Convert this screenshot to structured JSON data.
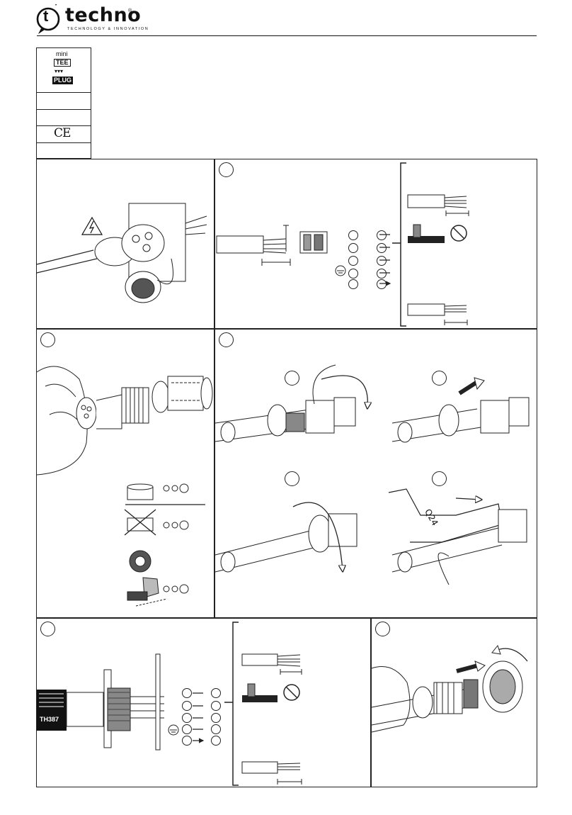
{
  "brand": {
    "logo_letter": "t",
    "name": "techno",
    "registered_mark": "®",
    "tagline": "TECHNOLOGY & INNOVATION"
  },
  "spec_box": {
    "product_logo": {
      "line1": "mini",
      "line2": "TEE",
      "line3": "PLUG"
    },
    "ce_mark": "CE"
  },
  "steps": {
    "warning_symbol": "electric-hazard-icon",
    "wrench_label": "Q24",
    "device_label": "TH387"
  },
  "icons": {
    "hazard": "lightning-in-triangle",
    "not_allowed": "prohibited-solder-icon",
    "ground": "earth-symbol"
  }
}
